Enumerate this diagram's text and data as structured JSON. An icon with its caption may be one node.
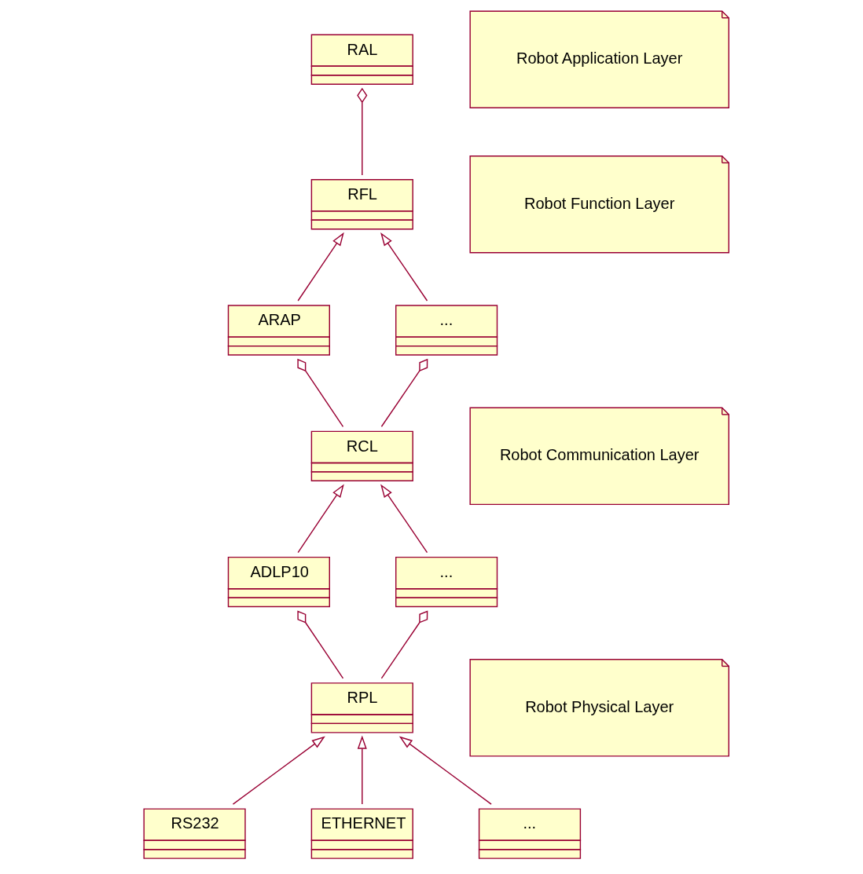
{
  "diagram": {
    "nodes": [
      {
        "text": [
          "RAL"
        ]
      },
      {
        "text": [
          "RFL"
        ]
      },
      {
        "text": [
          "ARAP"
        ]
      },
      {
        "text": [
          "..."
        ]
      },
      {
        "text": [
          "RCL"
        ]
      },
      {
        "text": [
          "ADLP10"
        ]
      },
      {
        "text": [
          "..."
        ]
      },
      {
        "text": [
          "RPL"
        ]
      },
      {
        "text": [
          "RS232"
        ]
      },
      {
        "text": [
          "ETHERNET"
        ]
      },
      {
        "text": [
          "..."
        ]
      },
      {
        "text": [
          "Robot Application Layer"
        ]
      },
      {
        "text": [
          "Robot Function Layer"
        ]
      },
      {
        "text": [
          "Robot Communication Layer"
        ]
      },
      {
        "text": [
          "Robot Physical Layer"
        ]
      }
    ],
    "edges": [
      {
        "from": 1,
        "to": 0,
        "arrow": "other"
      },
      {
        "from": 2,
        "to": 1,
        "arrow": "to"
      },
      {
        "from": 3,
        "to": 1,
        "arrow": "to"
      },
      {
        "from": 4,
        "to": 2,
        "arrow": "other"
      },
      {
        "from": 4,
        "to": 3,
        "arrow": "other"
      },
      {
        "from": 5,
        "to": 4,
        "arrow": "to"
      },
      {
        "from": 6,
        "to": 4,
        "arrow": "to"
      },
      {
        "from": 7,
        "to": 5,
        "arrow": "other"
      },
      {
        "from": 7,
        "to": 6,
        "arrow": "other"
      },
      {
        "from": 8,
        "to": 7,
        "arrow": "to"
      },
      {
        "from": 9,
        "to": 7,
        "arrow": "to"
      },
      {
        "from": 10,
        "to": 7,
        "arrow": "to"
      }
    ]
  }
}
